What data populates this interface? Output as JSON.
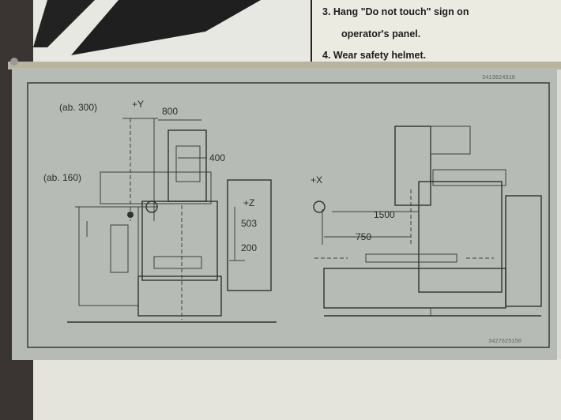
{
  "safety_sign": {
    "lines": [
      "3. Hang \"Do not touch\" sign on",
      "operator's panel.",
      "4. Wear safety helmet."
    ]
  },
  "plate": {
    "serial_top": "3413624318",
    "serial_bottom": "3427625150",
    "left_view": {
      "label_ab300": "(ab. 300)",
      "label_plus_y": "+Y",
      "label_800": "800",
      "label_400": "400",
      "label_ab160": "(ab. 160)",
      "label_plus_z": "+Z",
      "label_503": "503",
      "label_200": "200"
    },
    "right_view": {
      "label_plus_x": "+X",
      "label_1500": "1500",
      "label_750": "750"
    }
  }
}
